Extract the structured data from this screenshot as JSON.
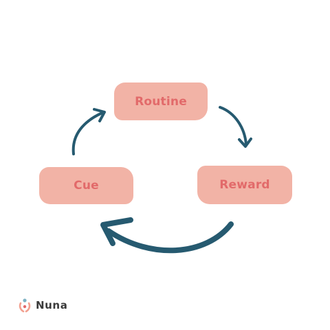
{
  "diagram": {
    "nodes": {
      "routine": "Routine",
      "cue": "Cue",
      "reward": "Reward"
    },
    "edges": [
      {
        "from": "Cue",
        "to": "Routine"
      },
      {
        "from": "Routine",
        "to": "Reward"
      },
      {
        "from": "Reward",
        "to": "Cue"
      }
    ],
    "colors": {
      "box_fill": "#f2b3a6",
      "box_text": "#e26a6a",
      "arrow": "#265a70"
    }
  },
  "brand": {
    "name": "Nuna",
    "icon": "nuna-logo-icon"
  }
}
